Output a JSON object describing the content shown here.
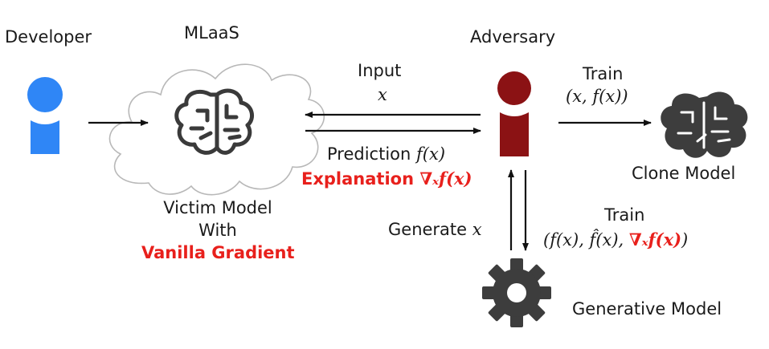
{
  "actors": {
    "developer": "Developer",
    "mlaas": "MLaaS",
    "adversary": "Adversary",
    "clone_model": "Clone Model",
    "generative_model": "Generative Model"
  },
  "victim": {
    "line1": "Victim Model",
    "line2": "With",
    "method": "Vanilla Gradient"
  },
  "edges": {
    "input_label": "Input",
    "input_var": "x",
    "prediction_label": "Prediction",
    "prediction_expr": "f(x)",
    "explanation_label": "Explanation",
    "explanation_expr": "∇ₓf(x)",
    "train_clone_label": "Train",
    "train_clone_expr": "(x, f(x))",
    "generate_label": "Generate",
    "generate_var": "x",
    "train_gen_label": "Train",
    "train_gen_expr_a": "(f(x), f̂(x), ",
    "train_gen_expr_b": "∇ₓf(x)",
    "train_gen_expr_c": ")"
  },
  "colors": {
    "developer": "#2f86f6",
    "adversary": "#8b1214",
    "highlight": "#e8201c",
    "icon_dark": "#3d3d3d"
  }
}
